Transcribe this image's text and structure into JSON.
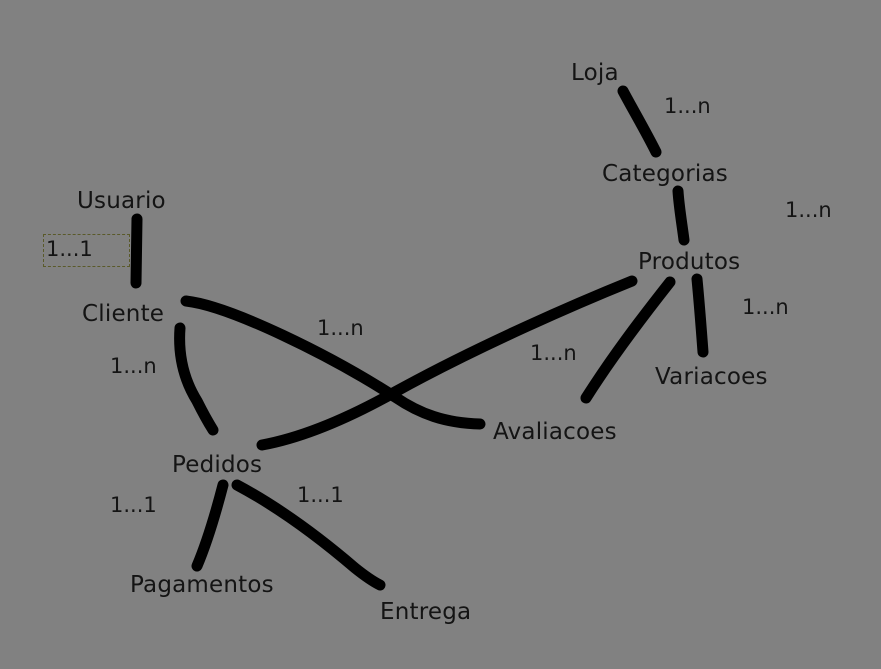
{
  "entities": {
    "loja": "Loja",
    "categorias": "Categorias",
    "produtos": "Produtos",
    "variacoes": "Variacoes",
    "avaliacoes": "Avaliacoes",
    "usuario": "Usuario",
    "cliente": "Cliente",
    "pedidos": "Pedidos",
    "pagamentos": "Pagamentos",
    "entrega": "Entrega"
  },
  "cardinalities": {
    "loja_categorias": "1...n",
    "categorias_produtos": "1...n",
    "produtos_variacoes": "1...n",
    "produtos_avaliacoes": "1...n",
    "usuario_cliente": "1...1",
    "cliente_avaliacoes": "1...n",
    "cliente_pedidos": "1...n",
    "pedidos_pagamentos": "1...1",
    "pedidos_entrega": "1...1"
  },
  "colors": {
    "background": "#818181",
    "stroke": "#000000",
    "text": "#141414"
  }
}
